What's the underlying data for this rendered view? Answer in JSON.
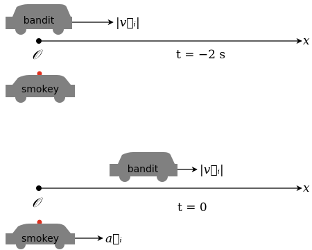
{
  "colors": {
    "car_body": "#808080",
    "siren": "#e0301e",
    "ink": "#000000"
  },
  "panels": [
    {
      "bandit_label": "bandit",
      "smokey_label": "smokey",
      "bandit_arrow_label": "|v⃗ᵢ|",
      "axis_label": "x",
      "origin_label": "𝒪",
      "time_label": "t = −2 s"
    },
    {
      "bandit_label": "bandit",
      "smokey_label": "smokey",
      "bandit_arrow_label": "|v⃗ᵢ|",
      "smokey_arrow_label": "a⃗ᵢ",
      "axis_label": "x",
      "origin_label": "𝒪",
      "time_label": "t = 0"
    }
  ]
}
